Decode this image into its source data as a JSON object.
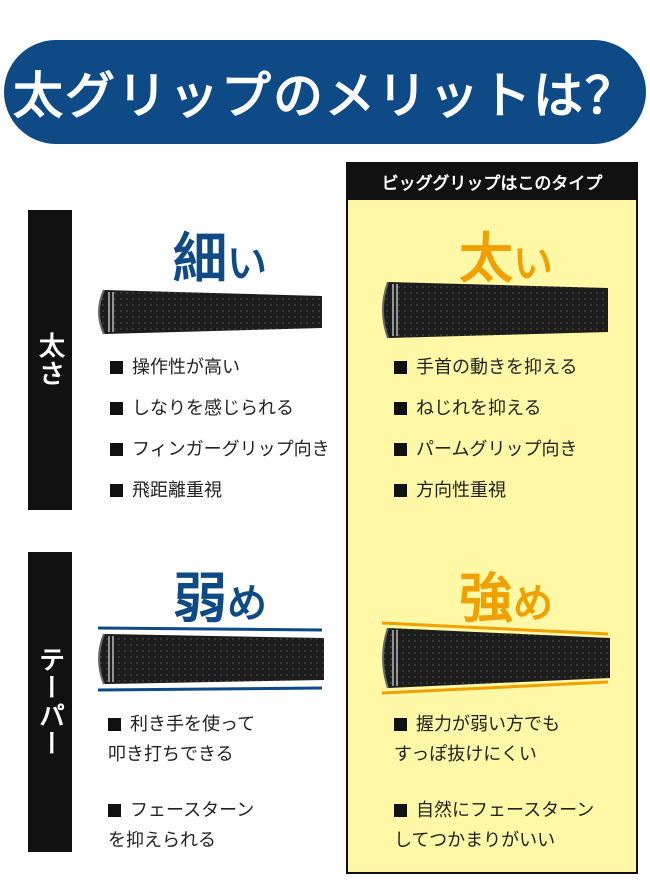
{
  "title": "太グリップのメリットは？",
  "panel_header": "ビッググリップはこのタイプ",
  "rows": {
    "thickness": {
      "label": "太さ",
      "left": {
        "heading_big": "細",
        "heading_small": "い",
        "items": [
          "操作性が高い",
          "しなりを感じられる",
          "フィンガーグリップ向き",
          "飛距離重視"
        ]
      },
      "right": {
        "heading_big": "太",
        "heading_small": "い",
        "items": [
          "手首の動きを抑える",
          "ねじれを抑える",
          "パームグリップ向き",
          "方向性重視"
        ]
      }
    },
    "taper": {
      "label": "テーパー",
      "left": {
        "heading_big": "弱",
        "heading_small": "め",
        "items": [
          {
            "line1": "利き手を使って",
            "line2": "叩き打ちできる"
          },
          {
            "line1": "フェースターン",
            "line2": "を抑えられる"
          }
        ]
      },
      "right": {
        "heading_big": "強",
        "heading_small": "め",
        "items": [
          {
            "line1": "握力が弱い方でも",
            "line2": "すっぽ抜けにくい"
          },
          {
            "line1": "自然にフェースターン",
            "line2": "してつかまりがいい"
          }
        ]
      }
    }
  },
  "colors": {
    "banner": "#0d4a86",
    "accent_blue": "#0d4a86",
    "accent_orange": "#f0a000",
    "panel_yellow": "#fff8a6"
  }
}
